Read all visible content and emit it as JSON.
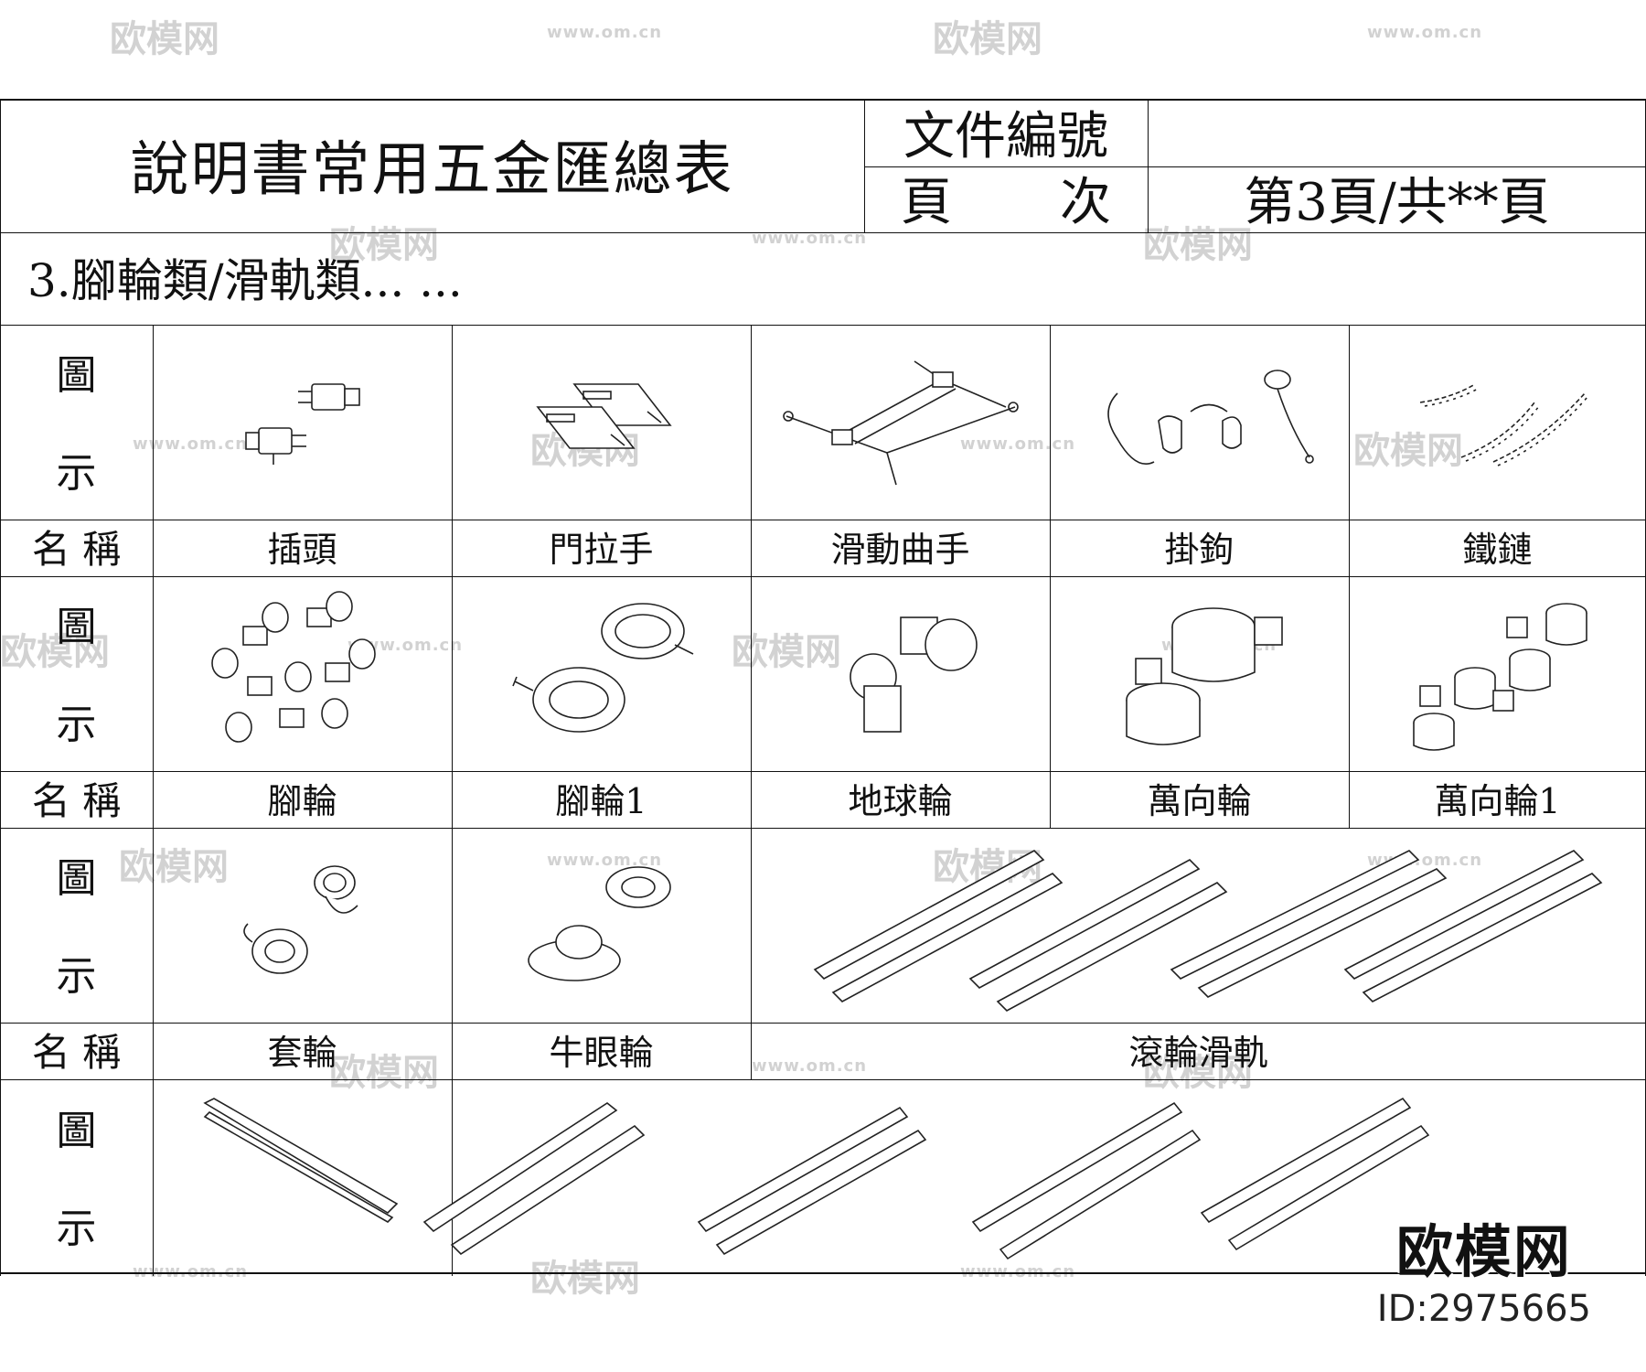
{
  "watermark": {
    "logo": "欧模网",
    "url": "www.om.cn"
  },
  "header": {
    "title": "說明書常用五金匯總表",
    "doc_no_label": "文件編號",
    "doc_no_value": "",
    "page_label_1": "頁",
    "page_label_2": "次",
    "page_value": "第3頁/共**頁"
  },
  "section_title": "3.腳輪類/滑軌類... ...",
  "row_labels": {
    "figure_top": "圖",
    "figure_bottom": "示",
    "name": "名 稱"
  },
  "row1": {
    "names": [
      "插頭",
      "門拉手",
      "滑動曲手",
      "掛鉤",
      "鐵鏈"
    ]
  },
  "row2": {
    "names": [
      "腳輪",
      "腳輪1",
      "地球輪",
      "萬向輪",
      "萬向輪1"
    ]
  },
  "row3": {
    "names": [
      "套輪",
      "牛眼輪",
      "滾輪滑軌"
    ]
  },
  "brand": {
    "logo": "欧模网",
    "id": "ID:2975665"
  },
  "icons": [
    "plug-icon",
    "door-handle-icon",
    "sliding-handle-icon",
    "hook-icon",
    "chain-icon",
    "caster-icon",
    "caster-wheel-icon",
    "ball-wheel-icon",
    "swivel-wheel-icon",
    "sleeve-wheel-icon",
    "bulls-eye-wheel-icon",
    "roller-slide-icon",
    "ball-bearing-slide-icon"
  ]
}
